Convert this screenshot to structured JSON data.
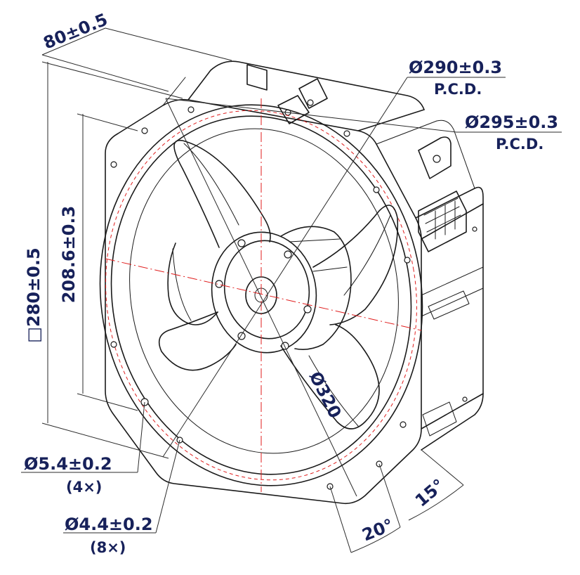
{
  "drawing": {
    "colors": {
      "ink": "#1a1a1a",
      "dimension_text": "#17215a",
      "center_line": "#e01e1e"
    },
    "dimensions": {
      "depth": "80±0.5",
      "outer_square": "□280±0.5",
      "inner_span": "208.6±0.3",
      "pcd_290": "Ø290±0.3",
      "pcd_290_note": "P.C.D.",
      "pcd_295": "Ø295±0.3",
      "pcd_295_note": "P.C.D.",
      "blade_diameter": "Ø320",
      "hole_large": "Ø5.4±0.2",
      "hole_large_count": "(4×)",
      "hole_small": "Ø4.4±0.2",
      "hole_small_count": "(8×)",
      "angle_20": "20°",
      "angle_15": "15°"
    }
  }
}
